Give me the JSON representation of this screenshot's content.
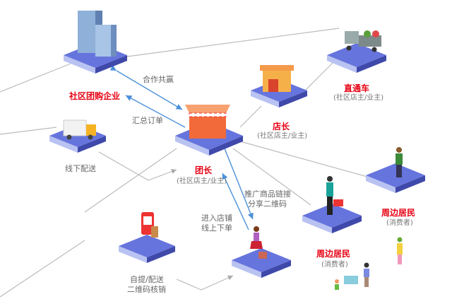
{
  "nodes": {
    "enterprise": {
      "title": "社区团购企业"
    },
    "leader": {
      "title": "团长",
      "sub": "(社区店主/业主)"
    },
    "manager": {
      "title": "店长",
      "sub": "(社区店主/业主)"
    },
    "direct": {
      "title": "直通车",
      "sub": "(社区店主/业主)"
    },
    "resident_right": {
      "title": "周边居民",
      "sub": "(消费者)"
    },
    "resident_mid": {
      "title": "周边居民",
      "sub": "(消费者)"
    },
    "delivery": {
      "title": "线下配送"
    },
    "pickup": {
      "line1": "自提/配送",
      "line2": "二维码核销"
    }
  },
  "edges": {
    "win_win": "合作共赢",
    "summary_order": "汇总订单",
    "promote": {
      "line1": "推广商品链接",
      "line2": "分享二维码"
    },
    "enter_store": {
      "line1": "进入店铺",
      "line2": "线上下单"
    }
  },
  "colors": {
    "accent_red": "#e60012",
    "arrow_blue": "#4a90d9",
    "platform_top": "#6674dd"
  }
}
